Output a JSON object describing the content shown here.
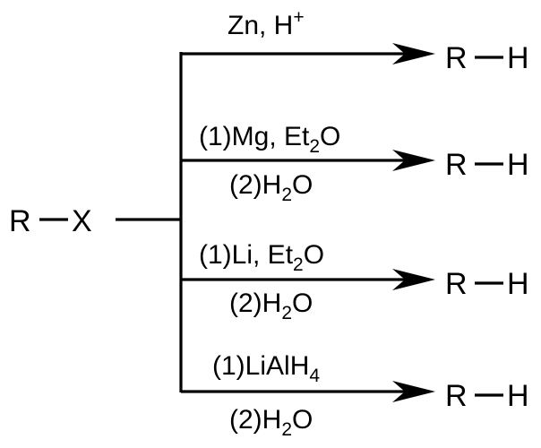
{
  "reactant": {
    "left": "R",
    "right": "X"
  },
  "branches": [
    {
      "above": {
        "text": "Zn, H",
        "sup": "+",
        "sub": "",
        "tail": ""
      },
      "below": {
        "text": "",
        "sub": "",
        "tail": ""
      },
      "product": {
        "left": "R",
        "right": "H"
      }
    },
    {
      "above": {
        "text": "(1)Mg, Et",
        "sup": "",
        "sub": "2",
        "tail": "O"
      },
      "below": {
        "text": "(2)H",
        "sub": "2",
        "tail": "O"
      },
      "product": {
        "left": "R",
        "right": "H"
      }
    },
    {
      "above": {
        "text": "(1)Li, Et",
        "sup": "",
        "sub": "2",
        "tail": "O"
      },
      "below": {
        "text": "(2)H",
        "sub": "2",
        "tail": "O"
      },
      "product": {
        "left": "R",
        "right": "H"
      }
    },
    {
      "above": {
        "text": "(1)LiAlH",
        "sup": "",
        "sub": "4",
        "tail": ""
      },
      "below": {
        "text": "(2)H",
        "sub": "2",
        "tail": "O"
      },
      "product": {
        "left": "R",
        "right": "H"
      }
    }
  ]
}
